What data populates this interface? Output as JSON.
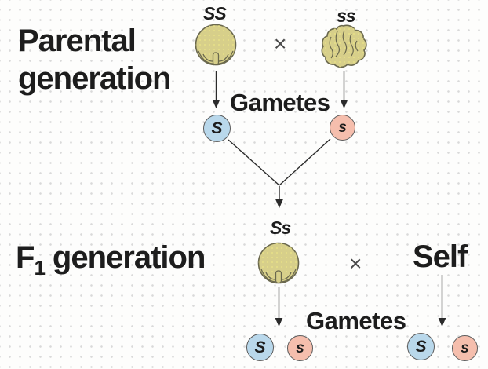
{
  "figure": {
    "parental": {
      "label_line1": "Parental",
      "label_line2": "generation",
      "left_genotype": "SS",
      "right_genotype": "ss",
      "cross": "×",
      "gametes_label": "Gametes",
      "gamete_left": "S",
      "gamete_right": "s"
    },
    "f1": {
      "label_f": "F",
      "label_subscript": "1",
      "label_rest": "generation",
      "genotype": "Ss",
      "cross": "×",
      "self_label": "Self",
      "gametes_label": "Gametes",
      "gametes": [
        "S",
        "s",
        "S",
        "s"
      ]
    },
    "colors": {
      "seed_fill": "#d7cf8a",
      "seed_outline": "#6a684e",
      "gamete_S_fill": "#b9d8eb",
      "gamete_s_fill": "#f5bead",
      "circle_outline": "#5c5c5c",
      "text": "#1d1d1d",
      "connector": "#2b2b2b",
      "background_dots": "#d9d9d9"
    }
  }
}
